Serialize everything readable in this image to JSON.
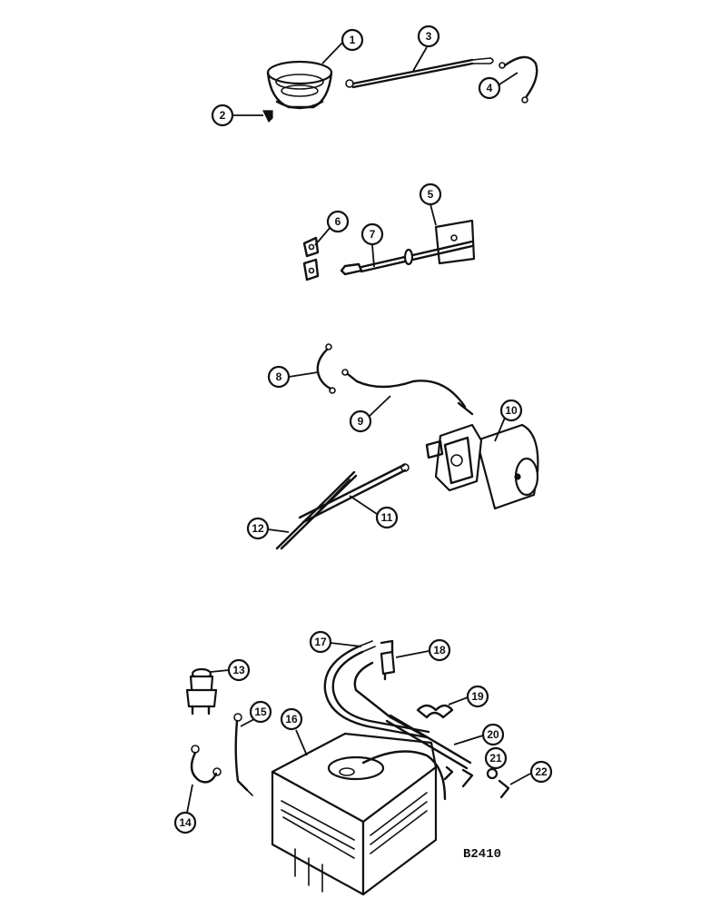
{
  "callouts": [
    {
      "label": "1"
    },
    {
      "label": "2"
    },
    {
      "label": "3"
    },
    {
      "label": "4"
    },
    {
      "label": "5"
    },
    {
      "label": "6"
    },
    {
      "label": "7"
    },
    {
      "label": "8"
    },
    {
      "label": "9"
    },
    {
      "label": "10"
    },
    {
      "label": "11"
    },
    {
      "label": "12"
    },
    {
      "label": "13"
    },
    {
      "label": "14"
    },
    {
      "label": "15"
    },
    {
      "label": "16"
    },
    {
      "label": "17"
    },
    {
      "label": "18"
    },
    {
      "label": "19"
    },
    {
      "label": "20"
    },
    {
      "label": "21"
    },
    {
      "label": "22"
    }
  ],
  "drawing_code": "B2410"
}
